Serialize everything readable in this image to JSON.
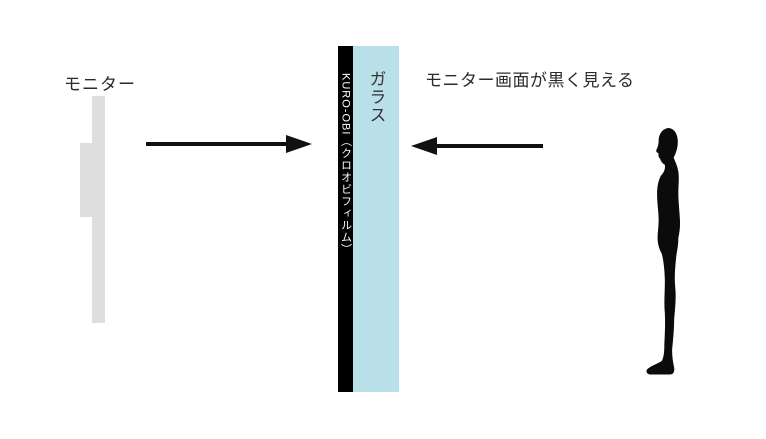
{
  "labels": {
    "monitor": "モニター",
    "film": "KURO-OBI（クロオビフィルム）",
    "glass": "ガラス",
    "caption": "モニター画面が黒く見える"
  },
  "colors": {
    "background": "#ffffff",
    "film_bar": "#000000",
    "film_text": "#ffffff",
    "glass_bar": "#b9dfe8",
    "glass_text": "#333333",
    "monitor_gray": "#dedede",
    "arrow": "#111111",
    "text": "#2b2b2b",
    "person": "#0b0b0b"
  },
  "icons": {
    "arrow_right": "right-arrow",
    "arrow_left": "left-arrow",
    "person": "standing-person-silhouette"
  }
}
